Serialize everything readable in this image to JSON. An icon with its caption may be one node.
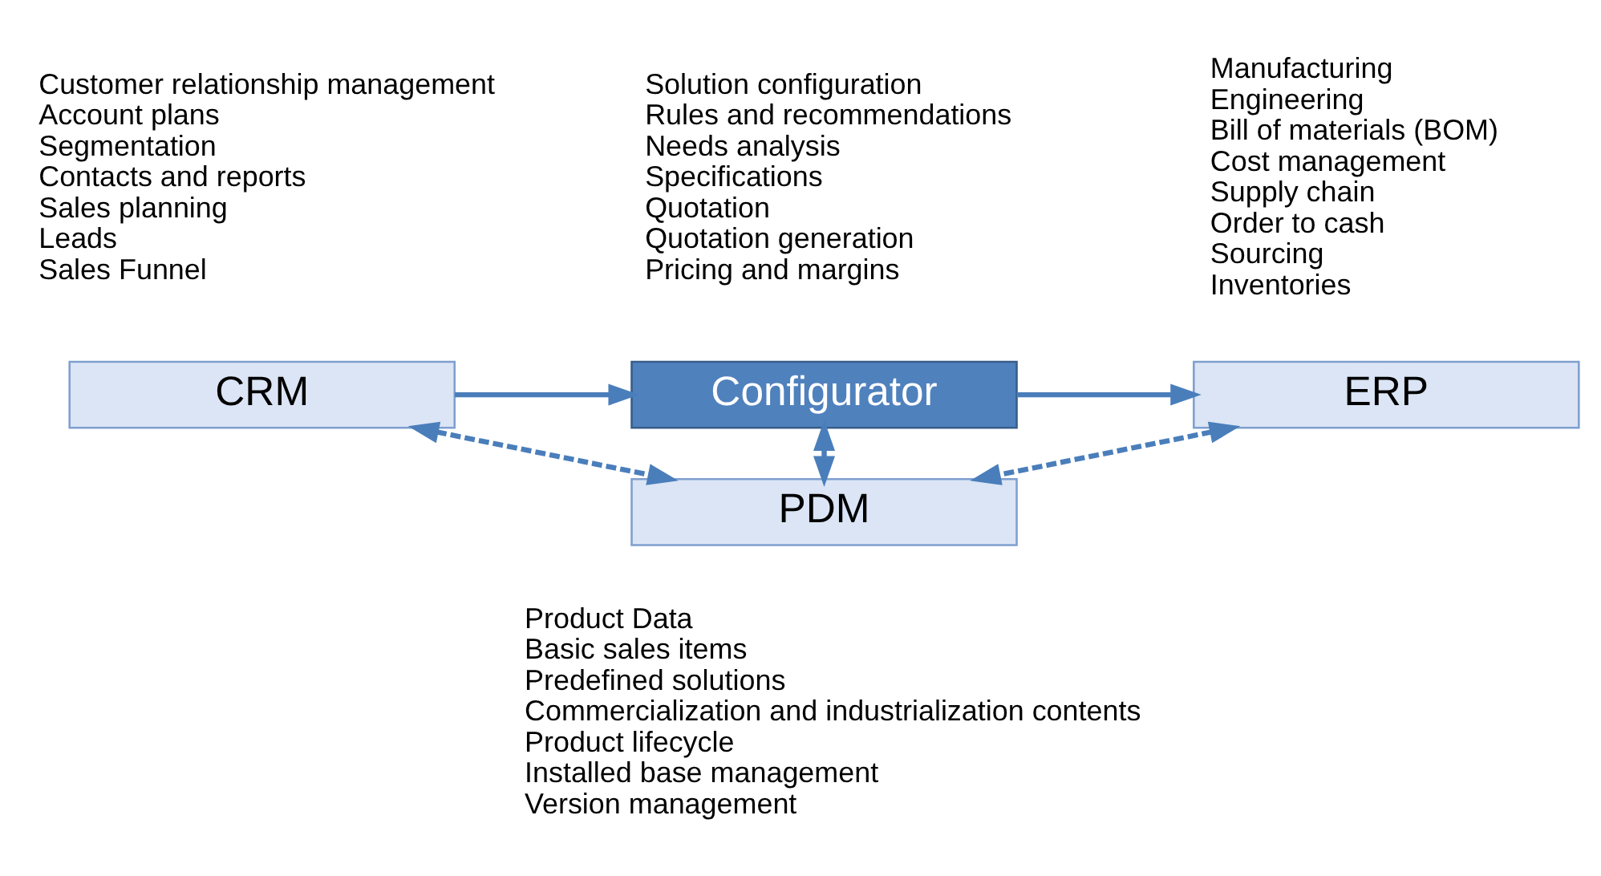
{
  "diagram": {
    "nodes": [
      {
        "text": [
          "CRM"
        ],
        "beside": [
          "Customer relationship management",
          "Account plans",
          "Segmentation",
          "Contacts and reports",
          "Sales planning",
          "Leads",
          "Sales Funnel"
        ]
      },
      {
        "text": [
          "Configurator"
        ],
        "beside": [
          "Solution configuration",
          "Rules and recommendations",
          "Needs analysis",
          "Specifications",
          "Quotation",
          "Quotation generation",
          "Pricing and margins"
        ]
      },
      {
        "text": [
          "ERP"
        ],
        "beside": [
          "Manufacturing",
          "Engineering",
          "Bill of materials (BOM)",
          "Cost management",
          "Supply chain",
          "Order to cash",
          "Sourcing",
          "Inventories"
        ]
      },
      {
        "text": [
          "PDM"
        ],
        "beside": [
          "Product Data",
          "Basic sales items",
          "Predefined solutions",
          "Commercialization and industrialization contents",
          "Product lifecycle",
          "Installed base management",
          "Version management"
        ]
      }
    ],
    "edges": [
      {
        "from": 0,
        "to": 1,
        "arrow": "to"
      },
      {
        "from": 1,
        "to": 2,
        "arrow": "to"
      },
      {
        "from": 0,
        "to": 3,
        "arrow": "both",
        "style": "dashed"
      },
      {
        "from": 1,
        "to": 3,
        "arrow": "both",
        "style": "dashed"
      },
      {
        "from": 2,
        "to": 3,
        "arrow": "both",
        "style": "dashed"
      }
    ]
  }
}
